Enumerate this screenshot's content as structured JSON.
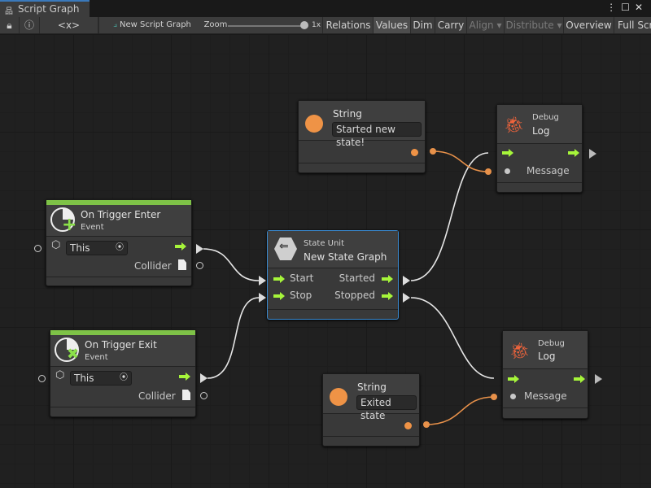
{
  "window": {
    "tab_title": "Script Graph",
    "tab_icon": "hierarchy-icon"
  },
  "toolbar": {
    "lock_icon": "lock-icon",
    "info_icon": "info-icon",
    "variables_label": "<x>",
    "graph_name": "New Script Graph",
    "zoom_label": "Zoom",
    "zoom_value": "1x",
    "zoom_level": 1.0,
    "buttons": [
      "Relations",
      "Values",
      "Dim",
      "Carry",
      "Align ▾",
      "Distribute ▾",
      "Overview",
      "Full Screen"
    ],
    "active": "Values",
    "disabled": [
      "Align ▾",
      "Distribute ▾"
    ]
  },
  "nodes": {
    "string1": {
      "title": "String",
      "value": "Started new state!"
    },
    "log1": {
      "category": "Debug",
      "title": "Log",
      "port": "Message"
    },
    "enter": {
      "title": "On Trigger Enter",
      "subtitle": "Event",
      "target": "This",
      "output": "Collider"
    },
    "state": {
      "category": "State Unit",
      "title": "New  State  Graph",
      "inputs": [
        "Start",
        "Stop"
      ],
      "outputs": [
        "Started",
        "Stopped"
      ]
    },
    "exit": {
      "title": "On Trigger Exit",
      "subtitle": "Event",
      "target": "This",
      "output": "Collider"
    },
    "string2": {
      "title": "String",
      "value": "Exited state"
    },
    "log2": {
      "category": "Debug",
      "title": "Log",
      "port": "Message"
    }
  },
  "colors": {
    "control_flow": "#a6f53a",
    "string_wire": "#e8914a",
    "event_bar": "#7ec247",
    "selection": "#3a8ad0",
    "debug_icon": "#f0643c"
  }
}
